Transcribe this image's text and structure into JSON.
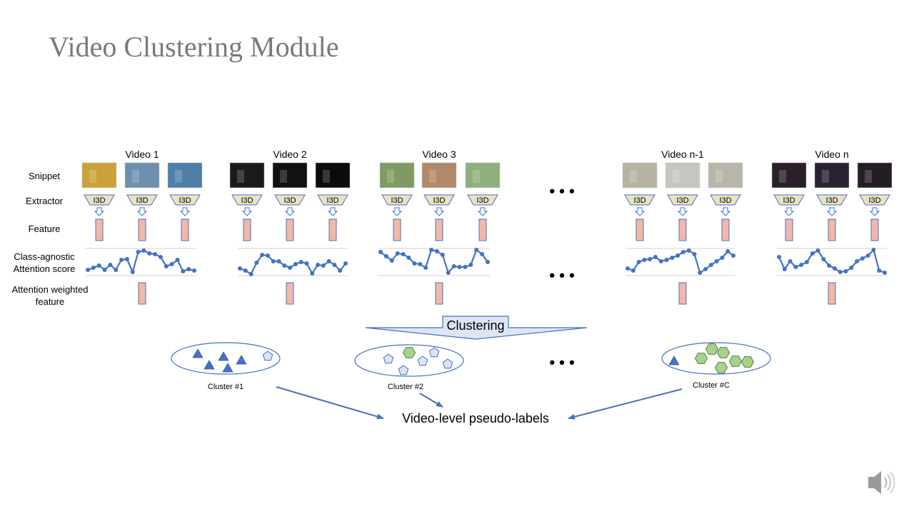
{
  "title": "Video Clustering Module",
  "row_labels": {
    "snippet": "Snippet",
    "extractor": "Extractor",
    "feature": "Feature",
    "attention_score_line1": "Class-agnostic",
    "attention_score_line2": "Attention score",
    "weighted_feature_line1": "Attention weighted",
    "weighted_feature_line2": "feature"
  },
  "extractor_label": "I3D",
  "videos": [
    {
      "label": "Video 1",
      "thumb_colors": [
        "#c9a23a",
        "#6d8fb0",
        "#4d7fa8"
      ]
    },
    {
      "label": "Video 2",
      "thumb_colors": [
        "#1a1a1a",
        "#111111",
        "#0b0b0b"
      ]
    },
    {
      "label": "Video 3",
      "thumb_colors": [
        "#7f9b63",
        "#b0886a",
        "#8fb07a"
      ]
    },
    {
      "label": "Video n-1",
      "thumb_colors": [
        "#b8b2a0",
        "#c6c6c0",
        "#b9b5a8"
      ]
    },
    {
      "label": "Video n",
      "thumb_colors": [
        "#2a1f2b",
        "#2b2230",
        "#261c28"
      ]
    }
  ],
  "ellipsis": "• • •",
  "clustering_label": "Clustering",
  "clusters": [
    {
      "label": "Cluster #1",
      "triangles": 5,
      "pentagons": 1,
      "hexagons": 0
    },
    {
      "label": "Cluster #2",
      "triangles": 0,
      "pentagons": 5,
      "hexagons": 1
    },
    {
      "label": "Cluster #C",
      "triangles": 1,
      "pentagons": 0,
      "hexagons": 6
    }
  ],
  "output_label": "Video-level pseudo-labels",
  "colors": {
    "title": "#7a7a7a",
    "attention_line": "#4472c4",
    "feature_bar": "#f2b8a5",
    "feature_border": "#4472c4",
    "extractor_fill": "#e8e3c3",
    "triangle": "#4472c4",
    "pentagon": "#dce4f2",
    "hexagon": "#a9d18e"
  },
  "icons": {
    "speaker": "speaker-icon"
  }
}
